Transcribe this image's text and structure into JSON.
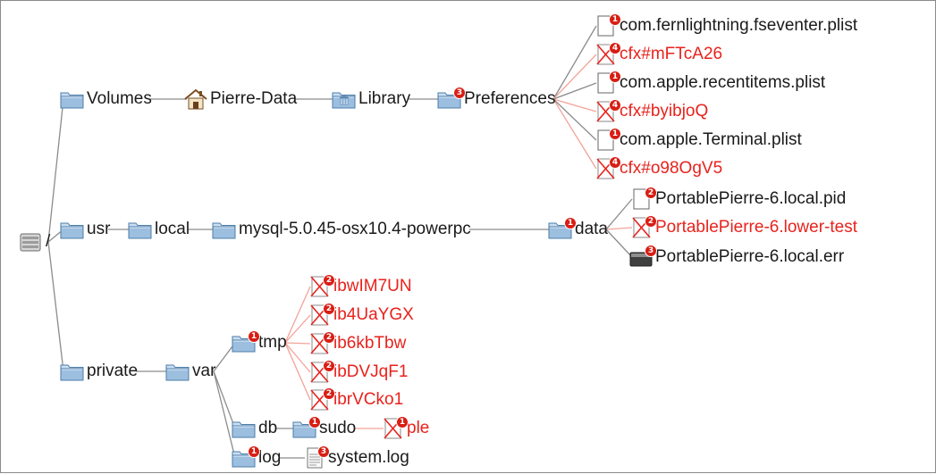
{
  "colors": {
    "folder_body": "#9cbfe0",
    "folder_edge": "#4e7ea8",
    "folder_light": "#c9def2",
    "edge_normal": "#8c8c8c",
    "edge_deleted": "#f3a399",
    "deleted_text": "#e8221c",
    "badge": "#d81e14"
  },
  "tree": {
    "nodes": [
      {
        "id": "root",
        "label": "/",
        "icon": "disk-icon",
        "status": "normal",
        "badge": ""
      },
      {
        "id": "volumes",
        "label": "Volumes",
        "icon": "folder-icon",
        "status": "normal",
        "badge": ""
      },
      {
        "id": "pierre-data",
        "label": "Pierre-Data",
        "icon": "home-icon",
        "status": "normal",
        "badge": ""
      },
      {
        "id": "library",
        "label": "Library",
        "icon": "library-folder-icon",
        "status": "normal",
        "badge": ""
      },
      {
        "id": "preferences",
        "label": "Preferences",
        "icon": "folder-icon",
        "status": "normal",
        "badge": "3"
      },
      {
        "id": "fseventer",
        "label": "com.fernlightning.fseventer.plist",
        "icon": "file-icon",
        "status": "normal",
        "badge": "1"
      },
      {
        "id": "cfx-1",
        "label": "cfx#mFTcA26",
        "icon": "deleted-file-icon",
        "status": "deleted",
        "badge": "4"
      },
      {
        "id": "recentitems",
        "label": "com.apple.recentitems.plist",
        "icon": "file-icon",
        "status": "normal",
        "badge": "1"
      },
      {
        "id": "cfx-2",
        "label": "cfx#byibjoQ",
        "icon": "deleted-file-icon",
        "status": "deleted",
        "badge": "4"
      },
      {
        "id": "terminal",
        "label": "com.apple.Terminal.plist",
        "icon": "file-icon",
        "status": "normal",
        "badge": "1"
      },
      {
        "id": "cfx-3",
        "label": "cfx#o98OgV5",
        "icon": "deleted-file-icon",
        "status": "deleted",
        "badge": "4"
      },
      {
        "id": "usr",
        "label": "usr",
        "icon": "folder-icon",
        "status": "normal",
        "badge": ""
      },
      {
        "id": "local",
        "label": "local",
        "icon": "folder-icon",
        "status": "normal",
        "badge": ""
      },
      {
        "id": "mysql",
        "label": "mysql-5.0.45-osx10.4-powerpc",
        "icon": "folder-icon",
        "status": "normal",
        "badge": ""
      },
      {
        "id": "data",
        "label": "data",
        "icon": "folder-icon",
        "status": "normal",
        "badge": "1"
      },
      {
        "id": "pid",
        "label": "PortablePierre-6.local.pid",
        "icon": "file-icon",
        "status": "normal",
        "badge": "2"
      },
      {
        "id": "lowertest",
        "label": "PortablePierre-6.lower-test",
        "icon": "deleted-file-icon",
        "status": "deleted",
        "badge": "2"
      },
      {
        "id": "err",
        "label": "PortablePierre-6.local.err",
        "icon": "terminal-file-icon",
        "status": "normal",
        "badge": "3"
      },
      {
        "id": "private",
        "label": "private",
        "icon": "folder-icon",
        "status": "normal",
        "badge": ""
      },
      {
        "id": "var",
        "label": "var",
        "icon": "folder-icon",
        "status": "normal",
        "badge": ""
      },
      {
        "id": "tmp",
        "label": "tmp",
        "icon": "folder-icon",
        "status": "normal",
        "badge": "1"
      },
      {
        "id": "t1",
        "label": "ibwIM7UN",
        "icon": "deleted-file-icon",
        "status": "deleted",
        "badge": "2"
      },
      {
        "id": "t2",
        "label": "ib4UaYGX",
        "icon": "deleted-file-icon",
        "status": "deleted",
        "badge": "2"
      },
      {
        "id": "t3",
        "label": "ib6kbTbw",
        "icon": "deleted-file-icon",
        "status": "deleted",
        "badge": "2"
      },
      {
        "id": "t4",
        "label": "ibDVJqF1",
        "icon": "deleted-file-icon",
        "status": "deleted",
        "badge": "2"
      },
      {
        "id": "t5",
        "label": "ibrVCko1",
        "icon": "deleted-file-icon",
        "status": "deleted",
        "badge": "2"
      },
      {
        "id": "db",
        "label": "db",
        "icon": "folder-icon",
        "status": "normal",
        "badge": ""
      },
      {
        "id": "sudo",
        "label": "sudo",
        "icon": "folder-icon",
        "status": "normal",
        "badge": "1"
      },
      {
        "id": "ple",
        "label": "ple",
        "icon": "deleted-file-icon",
        "status": "deleted",
        "badge": "1"
      },
      {
        "id": "log",
        "label": "log",
        "icon": "folder-icon",
        "status": "normal",
        "badge": "1"
      },
      {
        "id": "systemlog",
        "label": "system.log",
        "icon": "log-file-icon",
        "status": "normal",
        "badge": "3"
      }
    ],
    "edges": [
      {
        "from": "root",
        "to": "volumes"
      },
      {
        "from": "root",
        "to": "usr"
      },
      {
        "from": "root",
        "to": "private"
      },
      {
        "from": "volumes",
        "to": "pierre-data"
      },
      {
        "from": "pierre-data",
        "to": "library"
      },
      {
        "from": "library",
        "to": "preferences"
      },
      {
        "from": "preferences",
        "to": "fseventer"
      },
      {
        "from": "preferences",
        "to": "cfx-1"
      },
      {
        "from": "preferences",
        "to": "recentitems"
      },
      {
        "from": "preferences",
        "to": "cfx-2"
      },
      {
        "from": "preferences",
        "to": "terminal"
      },
      {
        "from": "preferences",
        "to": "cfx-3"
      },
      {
        "from": "usr",
        "to": "local"
      },
      {
        "from": "local",
        "to": "mysql"
      },
      {
        "from": "mysql",
        "to": "data"
      },
      {
        "from": "data",
        "to": "pid"
      },
      {
        "from": "data",
        "to": "lowertest"
      },
      {
        "from": "data",
        "to": "err"
      },
      {
        "from": "private",
        "to": "var"
      },
      {
        "from": "var",
        "to": "tmp"
      },
      {
        "from": "var",
        "to": "db"
      },
      {
        "from": "var",
        "to": "log"
      },
      {
        "from": "tmp",
        "to": "t1"
      },
      {
        "from": "tmp",
        "to": "t2"
      },
      {
        "from": "tmp",
        "to": "t3"
      },
      {
        "from": "tmp",
        "to": "t4"
      },
      {
        "from": "tmp",
        "to": "t5"
      },
      {
        "from": "db",
        "to": "sudo"
      },
      {
        "from": "sudo",
        "to": "ple"
      },
      {
        "from": "log",
        "to": "systemlog"
      }
    ]
  }
}
